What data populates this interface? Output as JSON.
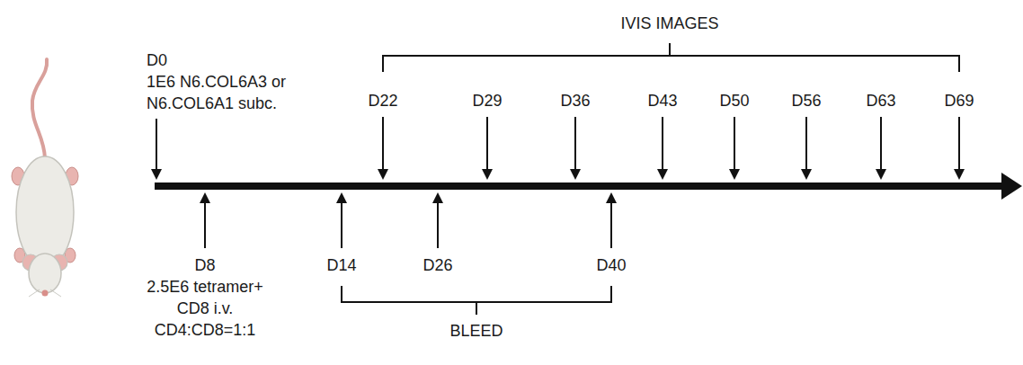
{
  "diagram": {
    "labels": [
      "IVIS IMAGES",
      "D0",
      "1E6 N6.COL6A3 or N6.COL6A1 subc.",
      "D22",
      "D29",
      "D36",
      "D43",
      "D50",
      "D56",
      "D63",
      "D69",
      "D8",
      "2.5E6 tetramer+ CD8 i.v. CD4:CD8=1:1",
      "D14",
      "D26",
      "D40",
      "BLEED"
    ]
  }
}
